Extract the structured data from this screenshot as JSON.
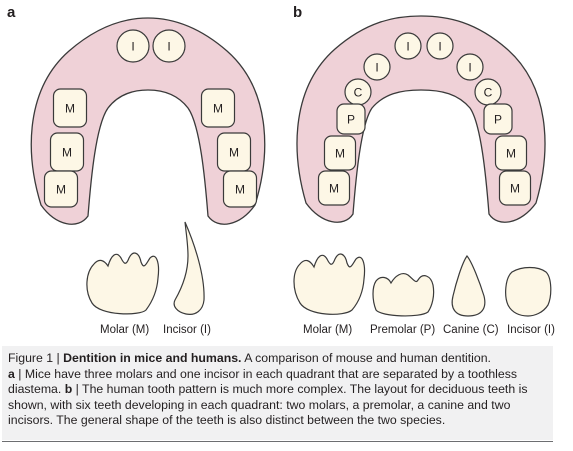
{
  "panels": {
    "a": {
      "letter": "a",
      "teeth_letters": [
        "I",
        "I",
        "M",
        "M",
        "M",
        "M",
        "M",
        "M"
      ],
      "labels": [
        "Molar (M)",
        "Incisor (I)"
      ]
    },
    "b": {
      "letter": "b",
      "teeth_letters": [
        "I",
        "I",
        "I",
        "I",
        "C",
        "C",
        "P",
        "P",
        "M",
        "M",
        "M",
        "M"
      ],
      "labels": [
        "Molar (M)",
        "Premolar (P)",
        "Canine (C)",
        "Incisor (I)"
      ]
    }
  },
  "caption": {
    "figure_label": "Figure 1 | ",
    "title": "Dentition in mice and humans.",
    "intro": " A comparison of mouse and human dentition.",
    "a_label": "a",
    "a_text": " | Mice have three molars and one incisor in each quadrant that are separated by a toothless diastema. ",
    "b_label": "b",
    "b_text": " | The human tooth pattern is much more complex. The layout for deciduous teeth is shown, with six teeth developing in each quadrant: two molars, a premolar, a canine and two incisors. The general shape of the teeth is also distinct between the two species."
  },
  "colors": {
    "gum_fill": "#efd1d7",
    "gum_stroke": "#3a3a3a",
    "tooth_fill": "#fdf7e6",
    "tooth_stroke": "#3a3a3a",
    "caption_bg": "#f1f1f2"
  }
}
